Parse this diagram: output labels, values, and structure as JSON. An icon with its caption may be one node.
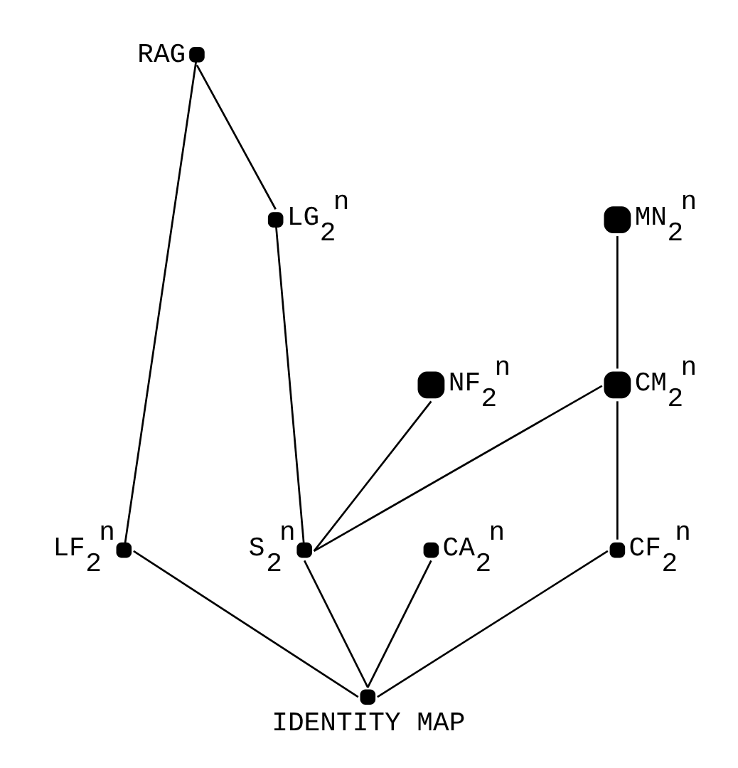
{
  "diagram": {
    "nodes": [
      {
        "text": [],
        "shape": "circle",
        "beside": [
          "RAG"
        ]
      },
      {
        "text": [],
        "shape": "circle",
        "beside": [
          "LG$_{2}$$^{n}$"
        ]
      },
      {
        "text": [],
        "shape": "circle",
        "beside": [
          "MN$_{2}$$^{n}$"
        ]
      },
      {
        "text": [],
        "shape": "circle",
        "beside": [
          "NF$_{2}$$^{n}$"
        ]
      },
      {
        "text": [],
        "shape": "circle",
        "beside": [
          "CM$_{2}$$^{n}$"
        ]
      },
      {
        "text": [],
        "shape": "circle",
        "beside": [
          "CA$_{2}$$^{n}$"
        ]
      },
      {
        "text": [],
        "shape": "circle",
        "beside": [
          "S$_{2}$$^{n}$"
        ]
      },
      {
        "text": [],
        "shape": "circle",
        "beside": [
          "CF$_{2}$$^{n}$"
        ]
      },
      {
        "text": [],
        "shape": "circle",
        "beside": [
          "LF$_{2}$$^{n}$"
        ]
      },
      {
        "text": [],
        "shape": "circle",
        "beside": [
          "IDENTITY MAP"
        ]
      }
    ],
    "edges": [
      {
        "from": 0,
        "to": 1,
        "arrow": "none"
      },
      {
        "from": 0,
        "to": 8,
        "arrow": "none"
      },
      {
        "from": 1,
        "to": 6,
        "arrow": "none"
      },
      {
        "from": 3,
        "to": 6,
        "arrow": "none"
      },
      {
        "from": 2,
        "to": 4,
        "arrow": "none"
      },
      {
        "from": 4,
        "to": 6,
        "arrow": "none"
      },
      {
        "from": 4,
        "to": 7,
        "arrow": "none"
      },
      {
        "from": 6,
        "to": 9,
        "arrow": "none"
      },
      {
        "from": 5,
        "to": 9,
        "arrow": "none"
      },
      {
        "from": 7,
        "to": 9,
        "arrow": "none"
      },
      {
        "from": 8,
        "to": 9,
        "arrow": "none"
      }
    ]
  }
}
